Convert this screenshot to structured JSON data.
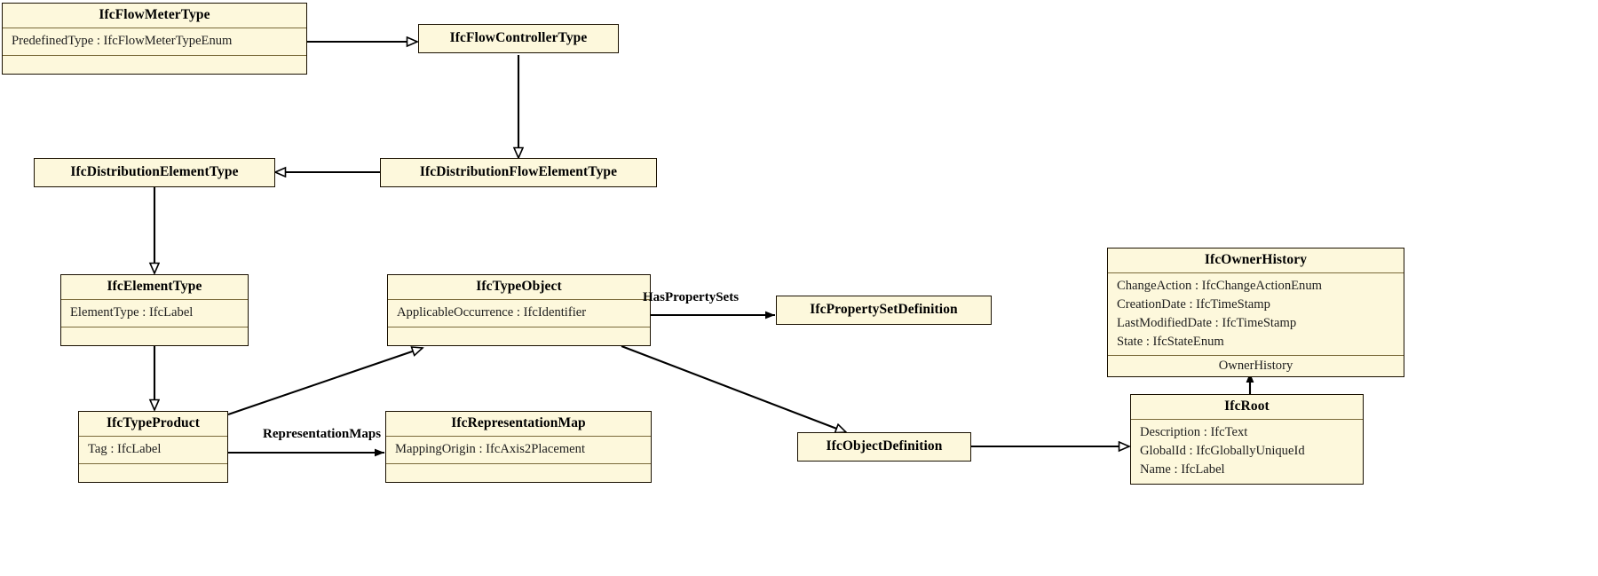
{
  "diagram": {
    "title": "IFC UML class inheritance diagram",
    "colors": {
      "class_fill": "#fdf8dc",
      "class_border": "#191000",
      "compartment_rule": "#7a6a3a",
      "edge": "#000000",
      "background": "#ffffff"
    },
    "classes": [
      {
        "id": "ifc-flow-meter-type",
        "name": "IfcFlowMeterType",
        "attributes": [
          "PredefinedType : IfcFlowMeterTypeEnum"
        ],
        "operations": [],
        "has_attr_compartment": true,
        "has_op_compartment": true
      },
      {
        "id": "ifc-flow-controller-type",
        "name": "IfcFlowControllerType",
        "attributes": [],
        "operations": [],
        "has_attr_compartment": false,
        "has_op_compartment": false
      },
      {
        "id": "ifc-distribution-element-type",
        "name": "IfcDistributionElementType",
        "attributes": [],
        "operations": [],
        "has_attr_compartment": false,
        "has_op_compartment": false
      },
      {
        "id": "ifc-distribution-flow-element-type",
        "name": "IfcDistributionFlowElementType",
        "attributes": [],
        "operations": [],
        "has_attr_compartment": false,
        "has_op_compartment": false
      },
      {
        "id": "ifc-element-type",
        "name": "IfcElementType",
        "attributes": [
          "ElementType : IfcLabel"
        ],
        "operations": [],
        "has_attr_compartment": true,
        "has_op_compartment": true
      },
      {
        "id": "ifc-type-object",
        "name": "IfcTypeObject",
        "attributes": [
          "ApplicableOccurrence : IfcIdentifier"
        ],
        "operations": [],
        "has_attr_compartment": true,
        "has_op_compartment": true
      },
      {
        "id": "ifc-property-set-definition",
        "name": "IfcPropertySetDefinition",
        "attributes": [],
        "operations": [],
        "has_attr_compartment": false,
        "has_op_compartment": false
      },
      {
        "id": "ifc-owner-history",
        "name": "IfcOwnerHistory",
        "attributes": [
          "ChangeAction : IfcChangeActionEnum",
          "CreationDate : IfcTimeStamp",
          "LastModifiedDate : IfcTimeStamp",
          "State : IfcStateEnum"
        ],
        "operations": [
          "OwnerHistory"
        ],
        "has_attr_compartment": true,
        "has_op_compartment": true
      },
      {
        "id": "ifc-root",
        "name": "IfcRoot",
        "attributes": [
          "Description : IfcText",
          "GlobalId : IfcGloballyUniqueId",
          "Name : IfcLabel"
        ],
        "operations": [],
        "has_attr_compartment": true,
        "has_op_compartment": false
      },
      {
        "id": "ifc-type-product",
        "name": "IfcTypeProduct",
        "attributes": [
          "Tag : IfcLabel"
        ],
        "operations": [],
        "has_attr_compartment": true,
        "has_op_compartment": true
      },
      {
        "id": "ifc-representation-map",
        "name": "IfcRepresentationMap",
        "attributes": [
          "MappingOrigin : IfcAxis2Placement"
        ],
        "operations": [],
        "has_attr_compartment": true,
        "has_op_compartment": true
      },
      {
        "id": "ifc-object-definition",
        "name": "IfcObjectDefinition",
        "attributes": [],
        "operations": [],
        "has_attr_compartment": false,
        "has_op_compartment": false
      }
    ],
    "edge_labels": [
      {
        "id": "has-property-sets",
        "text": "HasPropertySets"
      },
      {
        "id": "representation-maps",
        "text": "RepresentationMaps"
      }
    ],
    "relations": [
      {
        "from": "IfcFlowMeterType",
        "to": "IfcFlowControllerType",
        "type": "generalization"
      },
      {
        "from": "IfcFlowControllerType",
        "to": "IfcDistributionFlowElementType",
        "type": "generalization"
      },
      {
        "from": "IfcDistributionFlowElementType",
        "to": "IfcDistributionElementType",
        "type": "generalization"
      },
      {
        "from": "IfcDistributionElementType",
        "to": "IfcElementType",
        "type": "generalization"
      },
      {
        "from": "IfcElementType",
        "to": "IfcTypeProduct",
        "type": "generalization"
      },
      {
        "from": "IfcTypeProduct",
        "to": "IfcTypeObject",
        "type": "generalization"
      },
      {
        "from": "IfcTypeObject",
        "to": "IfcPropertySetDefinition",
        "type": "association",
        "label": "HasPropertySets"
      },
      {
        "from": "IfcTypeProduct",
        "to": "IfcRepresentationMap",
        "type": "association",
        "label": "RepresentationMaps"
      },
      {
        "from": "IfcTypeObject",
        "to": "IfcObjectDefinition",
        "type": "generalization"
      },
      {
        "from": "IfcObjectDefinition",
        "to": "IfcRoot",
        "type": "generalization"
      },
      {
        "from": "IfcRoot",
        "to": "IfcOwnerHistory",
        "type": "association",
        "label": "OwnerHistory"
      }
    ]
  }
}
